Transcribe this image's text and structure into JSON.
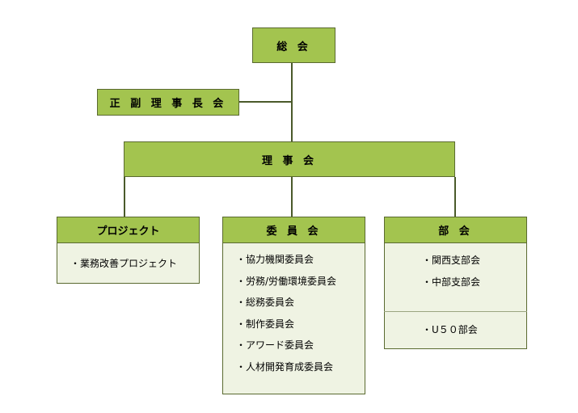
{
  "general_meeting": "総 会",
  "chair_meeting": "正 副 理 事 長 会",
  "board": "理 事 会",
  "groups": {
    "project": {
      "title": "プロジェクト",
      "items": [
        "・業務改善プロジェクト"
      ]
    },
    "committee": {
      "title": "委 員 会",
      "items": [
        "・協力機関委員会",
        "・労務/労働環境委員会",
        "・総務委員会",
        "・制作委員会",
        "・アワード委員会",
        "・人材開発育成委員会"
      ]
    },
    "division": {
      "title": "部 会",
      "items": [
        "・関西支部会",
        "・中部支部会"
      ],
      "items_after_divider": [
        "・U５０部会"
      ]
    }
  },
  "colors": {
    "node_fill": "#a3c44f",
    "group_body_fill": "#eff3e3",
    "border": "#5a6a30"
  }
}
